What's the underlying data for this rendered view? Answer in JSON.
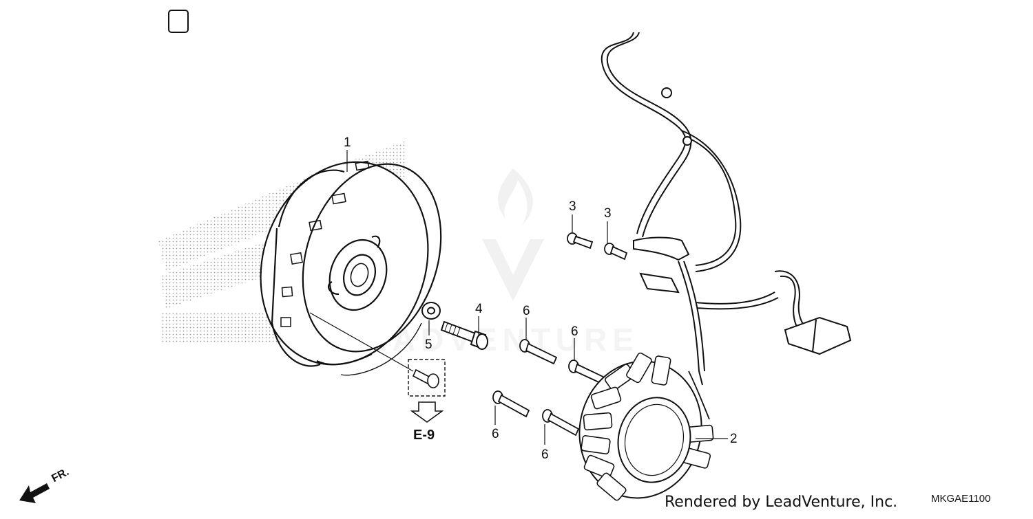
{
  "callouts": {
    "c1": "1",
    "c2": "2",
    "c3a": "3",
    "c3b": "3",
    "c4": "4",
    "c5": "5",
    "c6a": "6",
    "c6b": "6",
    "c6c": "6",
    "c6d": "6"
  },
  "reference": {
    "label": "E-9"
  },
  "direction": {
    "label": "FR."
  },
  "footer": {
    "credit": "Rendered by LeadVenture, Inc.",
    "diagram_code": "MKGAE1100"
  },
  "colors": {
    "ink": "#111111",
    "dots": "#9a9a9a",
    "watermark": "#e6e6e6"
  }
}
